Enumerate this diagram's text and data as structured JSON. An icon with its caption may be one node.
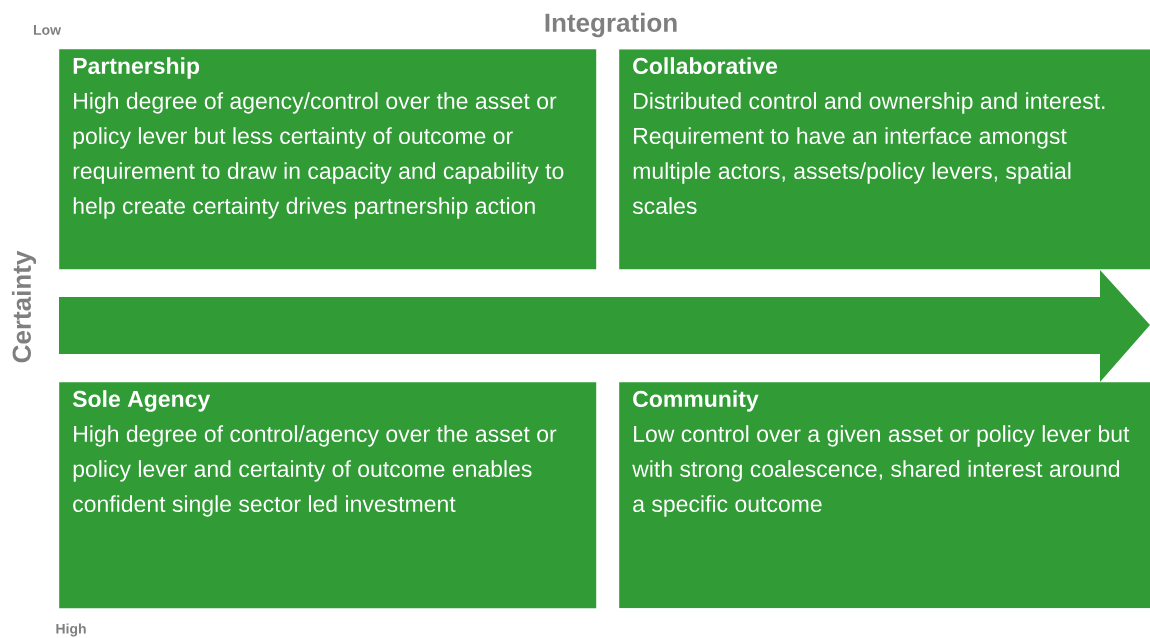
{
  "diagram": {
    "nodes": [
      {
        "text": [
          "Partnership",
          "High degree of agency/control over the asset or policy lever but less certainty of outcome or requirement to draw in capacity and capability to help create certainty drives partnership action"
        ]
      },
      {
        "text": [
          "Collaborative",
          "Distributed control and ownership and interest.  Requirement to have an interface amongst multiple actors, assets/policy levers, spatial scales"
        ]
      },
      {
        "text": [],
        "shape": "arrow"
      },
      {
        "text": [
          "Sole Agency",
          "High degree of control/agency over the asset or policy lever and certainty of outcome enables confident single sector led investment"
        ]
      },
      {
        "text": [
          "Community",
          "Low control over a given asset or policy lever but with strong coalescence, shared interest around a specific outcome"
        ]
      }
    ],
    "labels": [
      "Integration",
      "Low",
      "Certainty",
      "High"
    ]
  }
}
